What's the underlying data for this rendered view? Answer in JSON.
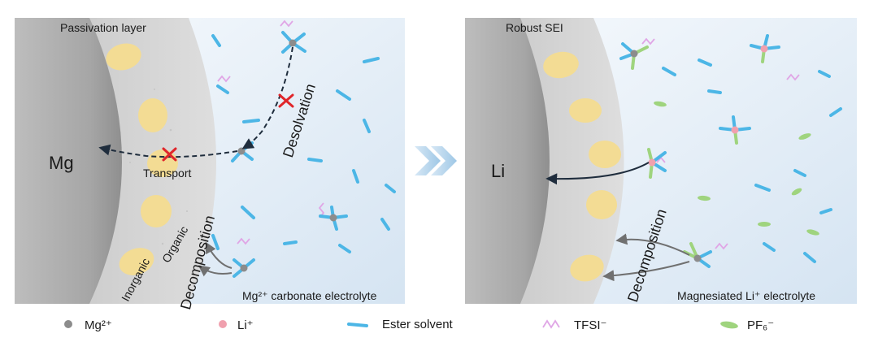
{
  "left_panel": {
    "metal": "Mg",
    "layer_label": "Passivation layer",
    "process_desolvation": "Desolvation",
    "process_transport": "Transport",
    "process_decomposition": "Decomposition",
    "component_organic": "Organic",
    "component_inorganic": "Inorganic",
    "electrolyte_label": "Mg²⁺ carbonate electrolyte"
  },
  "right_panel": {
    "metal": "Li",
    "layer_label": "Robust SEI",
    "process_decomposition": "Decomposition",
    "electrolyte_label": "Magnesiated Li⁺ electrolyte"
  },
  "legend": [
    {
      "label": "Mg²⁺",
      "icon": "mg-ion-dot-icon",
      "color": "#8c8c8c"
    },
    {
      "label": "Li⁺",
      "icon": "li-ion-dot-icon",
      "color": "#f0a0ae"
    },
    {
      "label": "Ester solvent",
      "icon": "ester-solvent-icon",
      "color": "#4cb6e6"
    },
    {
      "label": "TFSI⁻",
      "icon": "tfsi-anion-icon",
      "color": "#e0a6e6"
    },
    {
      "label": "PF₆⁻",
      "icon": "pf6-anion-icon",
      "color": "#9fd47e"
    }
  ],
  "colors": {
    "panel_bg_start": "#f6f9fc",
    "panel_bg_end": "#dbe7f3",
    "metal_fill": "#a9a9a9",
    "layer_fill": "#cfcfcf",
    "grain_fill": "#f3dc94",
    "cross_mark": "#e0262b",
    "arrow_dark": "#1f2d3d",
    "chevron": "#a8cde9"
  }
}
